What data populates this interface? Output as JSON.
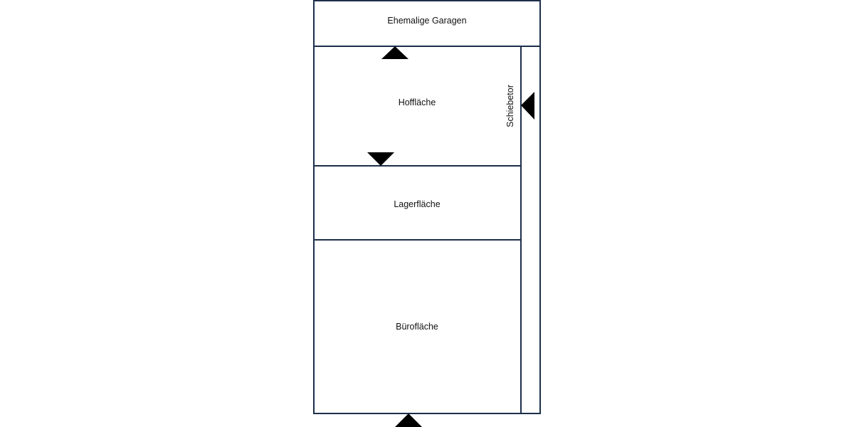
{
  "rooms": {
    "garages": {
      "label": "Ehemalige Garagen"
    },
    "yard": {
      "label": "Hoffläche"
    },
    "storage": {
      "label": "Lagerfläche"
    },
    "office": {
      "label": "Bürofläche"
    }
  },
  "gate": {
    "label": "Schiebetor"
  },
  "colors": {
    "outline": "#1c2f4a",
    "arrow": "#000000",
    "text": "#111111",
    "background": "#ffffff"
  }
}
